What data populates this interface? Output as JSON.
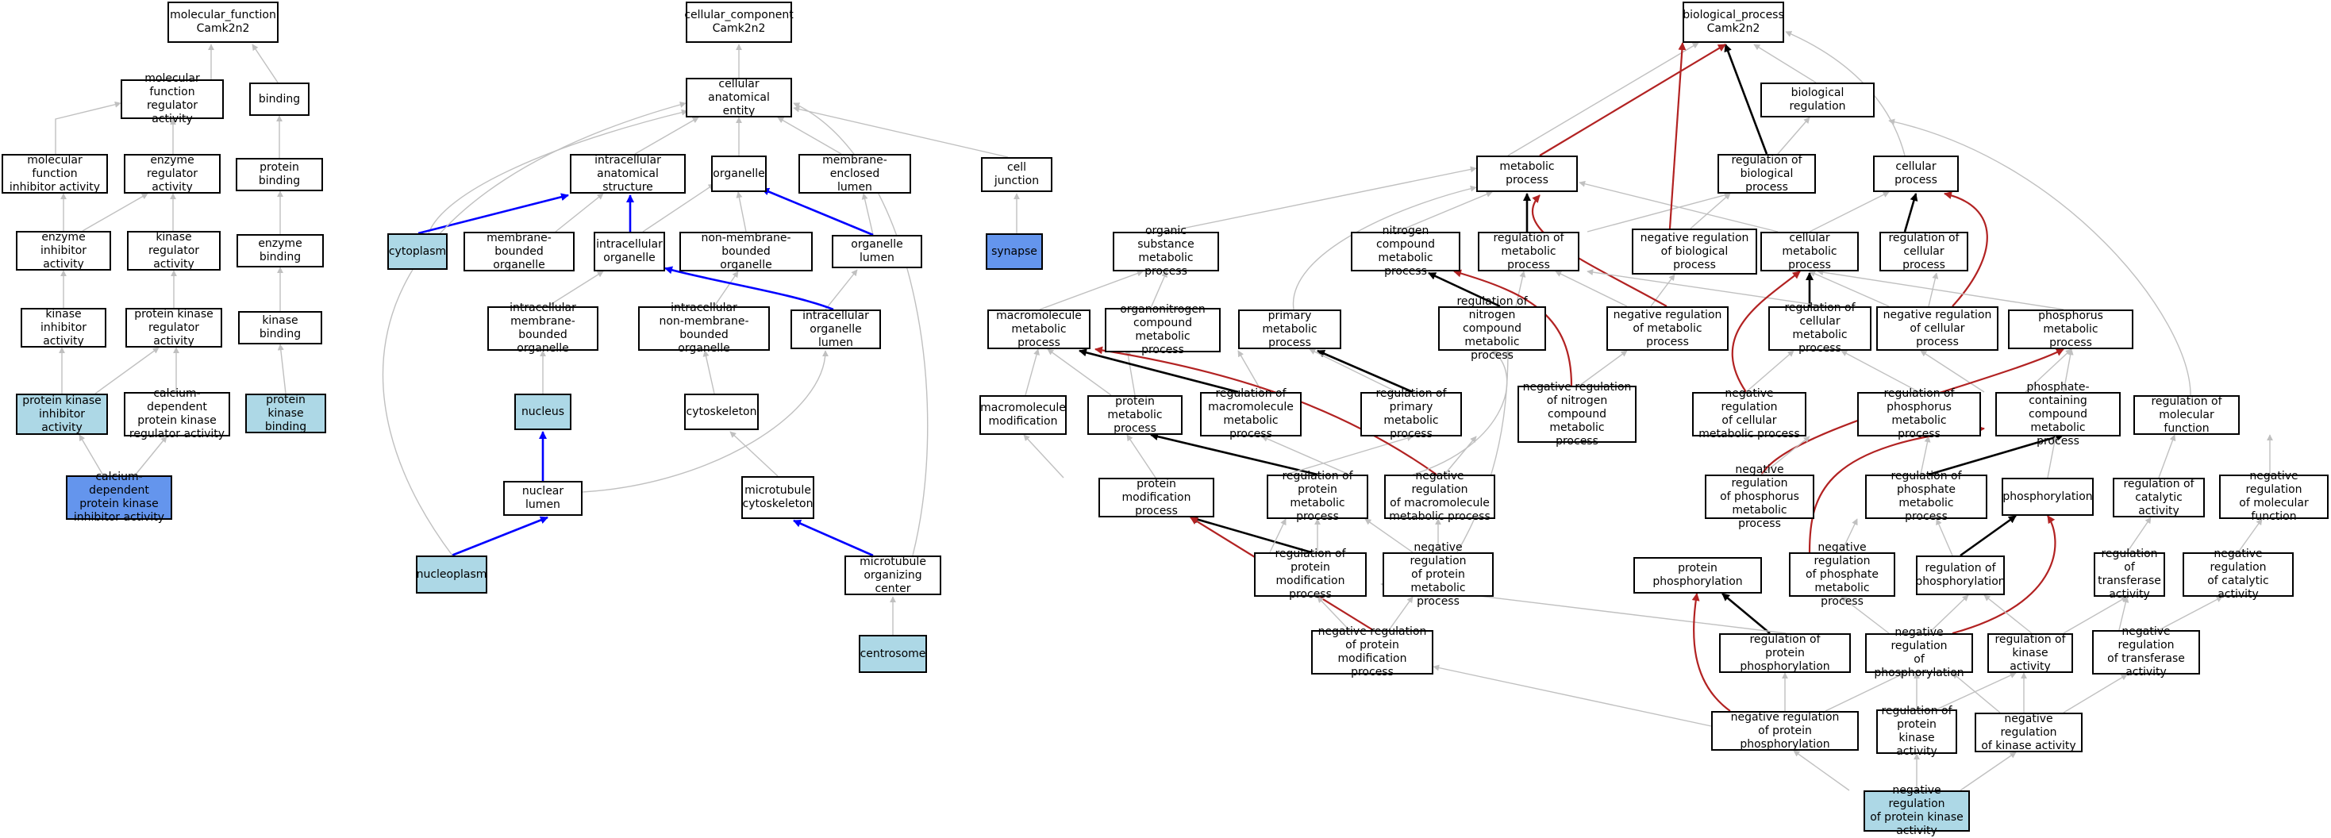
{
  "colors": {
    "background": "#ffffff",
    "light_fill": "#add8e6",
    "dark_fill": "#6495ed",
    "gray_edge": "#c0c0c0",
    "black_edge": "#000000",
    "blue_edge": "#0000ff",
    "red_edge": "#b22222"
  },
  "nodes": {
    "mf_root": "molecular_function\nCamk2n2",
    "mf_reg": "molecular function\nregulator activity",
    "binding": "binding",
    "mf_inhib": "molecular function\ninhibitor activity",
    "enz_reg": "enzyme regulator\nactivity",
    "prot_bind": "protein binding",
    "enz_inhib": "enzyme inhibitor\nactivity",
    "kin_reg": "kinase regulator\nactivity",
    "enz_bind": "enzyme binding",
    "kin_inhib": "kinase inhibitor\nactivity",
    "pk_reg": "protein kinase\nregulator activity",
    "kin_bind": "kinase binding",
    "pk_inhib": "protein kinase\ninhibitor activity",
    "cd_pk_reg": "calcium-dependent\nprotein kinase\nregulator activity",
    "pk_bind": "protein kinase\nbinding",
    "cd_pk_inhib": "calcium-dependent\nprotein kinase\ninhibitor activity",
    "cc_root": "cellular_component\nCamk2n2",
    "cae": "cellular anatomical\nentity",
    "ias": "intracellular\nanatomical structure",
    "organelle": "organelle",
    "mel": "membrane-enclosed\nlumen",
    "cell_junction": "cell junction",
    "cytoplasm": "cytoplasm",
    "mbo": "membrane-bounded\norganelle",
    "io": "intracellular\norganelle",
    "nmbo": "non-membrane-bounded\norganelle",
    "org_lumen": "organelle lumen",
    "synapse": "synapse",
    "imbo": "intracellular\nmembrane-bounded\norganelle",
    "inmbo": "intracellular\nnon-membrane-bounded\norganelle",
    "iol": "intracellular\norganelle lumen",
    "nucleus": "nucleus",
    "cytoskeleton": "cytoskeleton",
    "nuc_lumen": "nuclear lumen",
    "mt_cyto": "microtubule\ncytoskeleton",
    "nucleoplasm": "nucleoplasm",
    "mtoc": "microtubule\norganizing center",
    "centrosome": "centrosome",
    "bp_root": "biological_process\nCamk2n2",
    "bio_reg": "biological regulation",
    "met_proc": "metabolic process",
    "reg_bp": "regulation of\nbiological process",
    "cell_proc": "cellular process",
    "osmp": "organic substance\nmetabolic process",
    "ncmp": "nitrogen compound\nmetabolic process",
    "reg_mp": "regulation of\nmetabolic process",
    "neg_reg_bp": "negative regulation\nof biological\nprocess",
    "cmp": "cellular metabolic\nprocess",
    "reg_cp": "regulation of\ncellular process",
    "mmp": "macromolecule\nmetabolic process",
    "onmp": "organonitrogen\ncompound metabolic\nprocess",
    "pmp": "primary metabolic\nprocess",
    "reg_ncmp": "regulation of\nnitrogen compound\nmetabolic process",
    "neg_reg_mp": "negative regulation\nof metabolic\nprocess",
    "reg_cmp": "regulation of\ncellular metabolic\nprocess",
    "neg_reg_cp": "negative regulation\nof cellular\nprocess",
    "phos_mp": "phosphorus metabolic\nprocess",
    "mm_mod": "macromolecule\nmodification",
    "prot_mp": "protein metabolic\nprocess",
    "reg_mmp": "regulation of\nmacromolecule\nmetabolic process",
    "reg_pmp": "regulation of\nprimary metabolic\nprocess",
    "neg_reg_ncmp": "negative regulation\nof nitrogen\ncompound metabolic\nprocess",
    "neg_reg_cmp": "negative regulation\nof cellular\nmetabolic process",
    "reg_phos_mp": "regulation of\nphosphorus metabolic\nprocess",
    "pccmp": "phosphate-containing\ncompound metabolic\nprocess",
    "reg_mf": "regulation of\nmolecular function",
    "pmod": "protein modification\nprocess",
    "reg_protmp": "regulation of\nprotein metabolic\nprocess",
    "neg_reg_mmp": "negative regulation\nof macromolecule\nmetabolic process",
    "neg_reg_phos_mp": "negative regulation\nof phosphorus\nmetabolic process",
    "reg_phate_mp": "regulation of\nphosphate metabolic\nprocess",
    "phosphorylation": "phosphorylation",
    "reg_cat": "regulation of\ncatalytic activity",
    "neg_reg_mf": "negative regulation\nof molecular\nfunction",
    "reg_pmod": "regulation of\nprotein modification\nprocess",
    "neg_reg_protmp": "negative regulation\nof protein metabolic\nprocess",
    "prot_phos": "protein phosphorylation",
    "neg_reg_phate_mp": "negative regulation\nof phosphate\nmetabolic process",
    "reg_phos": "regulation of\nphosphorylation",
    "reg_trans": "regulation of\ntransferase\nactivity",
    "neg_reg_cat": "negative regulation\nof catalytic\nactivity",
    "neg_reg_pmod": "negative regulation\nof protein modification\nprocess",
    "reg_prot_phos": "regulation of\nprotein phosphorylation",
    "neg_reg_phos": "negative regulation\nof phosphorylation",
    "reg_kin": "regulation of\nkinase activity",
    "neg_reg_trans": "negative regulation\nof transferase\nactivity",
    "neg_reg_prot_phos": "negative regulation\nof protein phosphorylation",
    "reg_pk": "regulation of\nprotein kinase\nactivity",
    "neg_reg_kin": "negative regulation\nof kinase activity",
    "neg_reg_pk": "negative regulation\nof protein kinase\nactivity"
  }
}
